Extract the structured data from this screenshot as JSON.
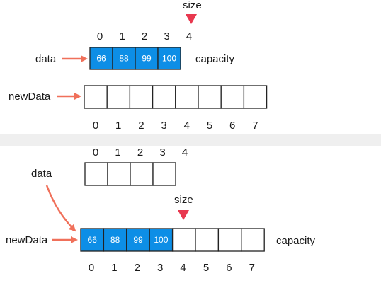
{
  "colors": {
    "filled": "#0d8ee6",
    "arrow": "#f0705a",
    "marker": "#e8384f"
  },
  "top": {
    "size_label": "size",
    "data_label": "data",
    "capacity_label": "capacity",
    "newdata_label": "newData",
    "data_indices": [
      "0",
      "1",
      "2",
      "3",
      "4"
    ],
    "data_values": [
      "66",
      "88",
      "99",
      "100"
    ],
    "newdata_indices": [
      "0",
      "1",
      "2",
      "3",
      "4",
      "5",
      "6",
      "7"
    ],
    "newdata_cells": 8,
    "size_position": 4
  },
  "bottom": {
    "data_label": "data",
    "size_label": "size",
    "newdata_label": "newData",
    "capacity_label": "capacity",
    "data_indices": [
      "0",
      "1",
      "2",
      "3",
      "4"
    ],
    "data_cells": 4,
    "newdata_values": [
      "66",
      "88",
      "99",
      "100"
    ],
    "newdata_cells": 8,
    "newdata_indices": [
      "0",
      "1",
      "2",
      "3",
      "4",
      "5",
      "6",
      "7"
    ],
    "size_position": 4
  }
}
